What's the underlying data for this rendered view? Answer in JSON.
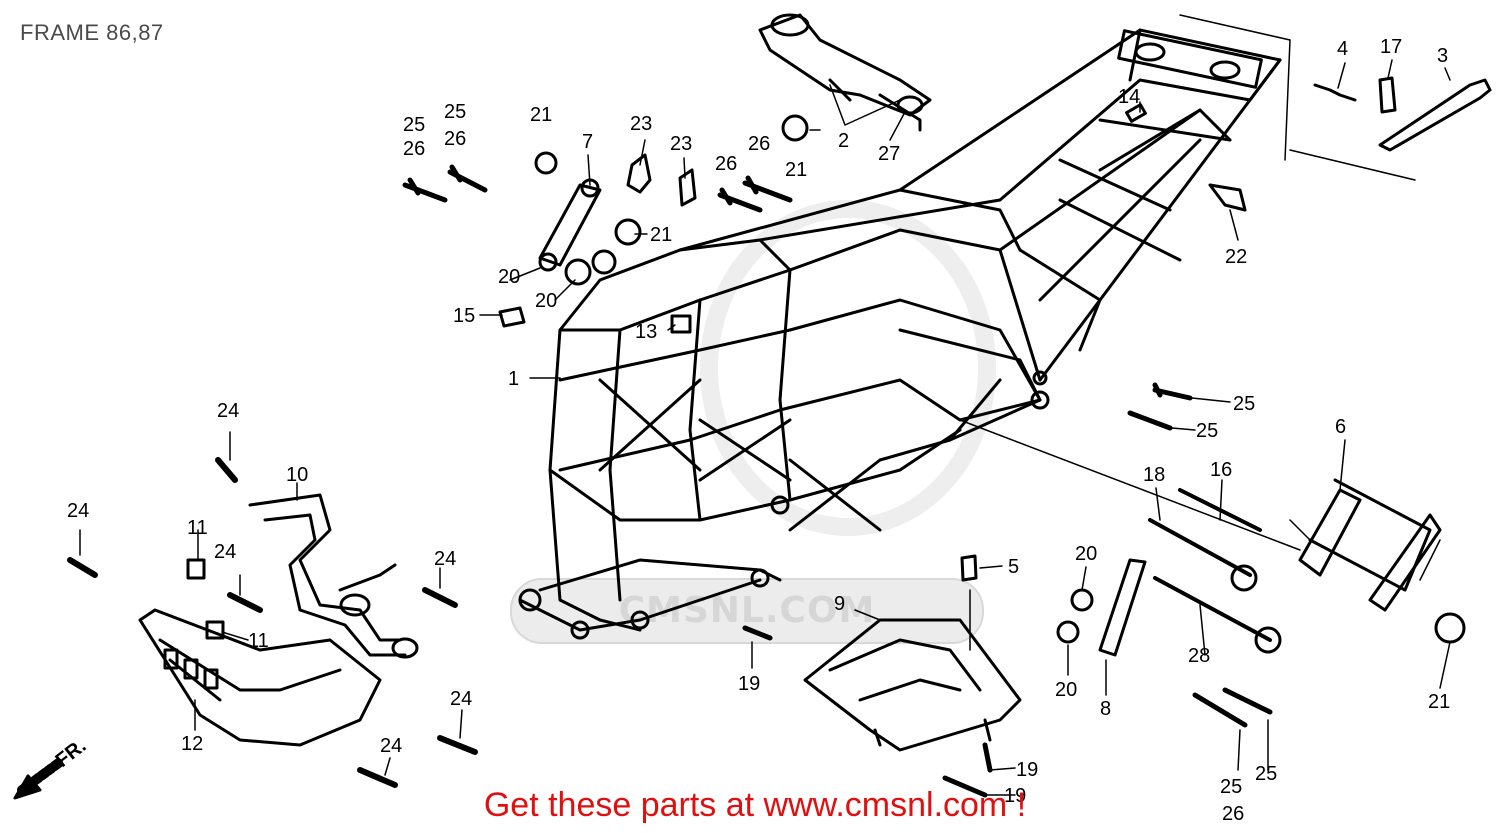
{
  "title": "FRAME 86,87",
  "promo_text": "Get these parts at www.cmsnl.com !",
  "watermark_text": "CMSNL.COM",
  "colors": {
    "line": "#000000",
    "promo": "#e01010",
    "title": "#4a4a4a",
    "watermark": "#d6d6d6"
  },
  "icons": {
    "front_arrow": "arrow-down-left-icon"
  },
  "front_label": "FR.",
  "callouts": {
    "c1": "1",
    "c2": "2",
    "c3": "3",
    "c4": "4",
    "c5": "5",
    "c6": "6",
    "c7": "7",
    "c8": "8",
    "c9": "9",
    "c10": "10",
    "c11a": "11",
    "c11b": "11",
    "c12": "12",
    "c13": "13",
    "c14": "14",
    "c15": "15",
    "c16": "16",
    "c17": "17",
    "c18": "18",
    "c19a": "19",
    "c19b": "19",
    "c19c": "19",
    "c20a": "20",
    "c20b": "20",
    "c20c": "20",
    "c20d": "20",
    "c21a": "21",
    "c21b": "21",
    "c21c": "21",
    "c21d": "21",
    "c22": "22",
    "c23a": "23",
    "c23b": "23",
    "c24a": "24",
    "c24b": "24",
    "c24c": "24",
    "c24d": "24",
    "c24e": "24",
    "c24f": "24",
    "c25a": "25",
    "c25b": "25",
    "c25c": "25",
    "c25d": "25",
    "c25e": "25",
    "c25f": "25",
    "c26a": "26",
    "c26b": "26",
    "c26c": "26",
    "c26d": "26",
    "c26e": "26",
    "c27": "27",
    "c28": "28"
  }
}
